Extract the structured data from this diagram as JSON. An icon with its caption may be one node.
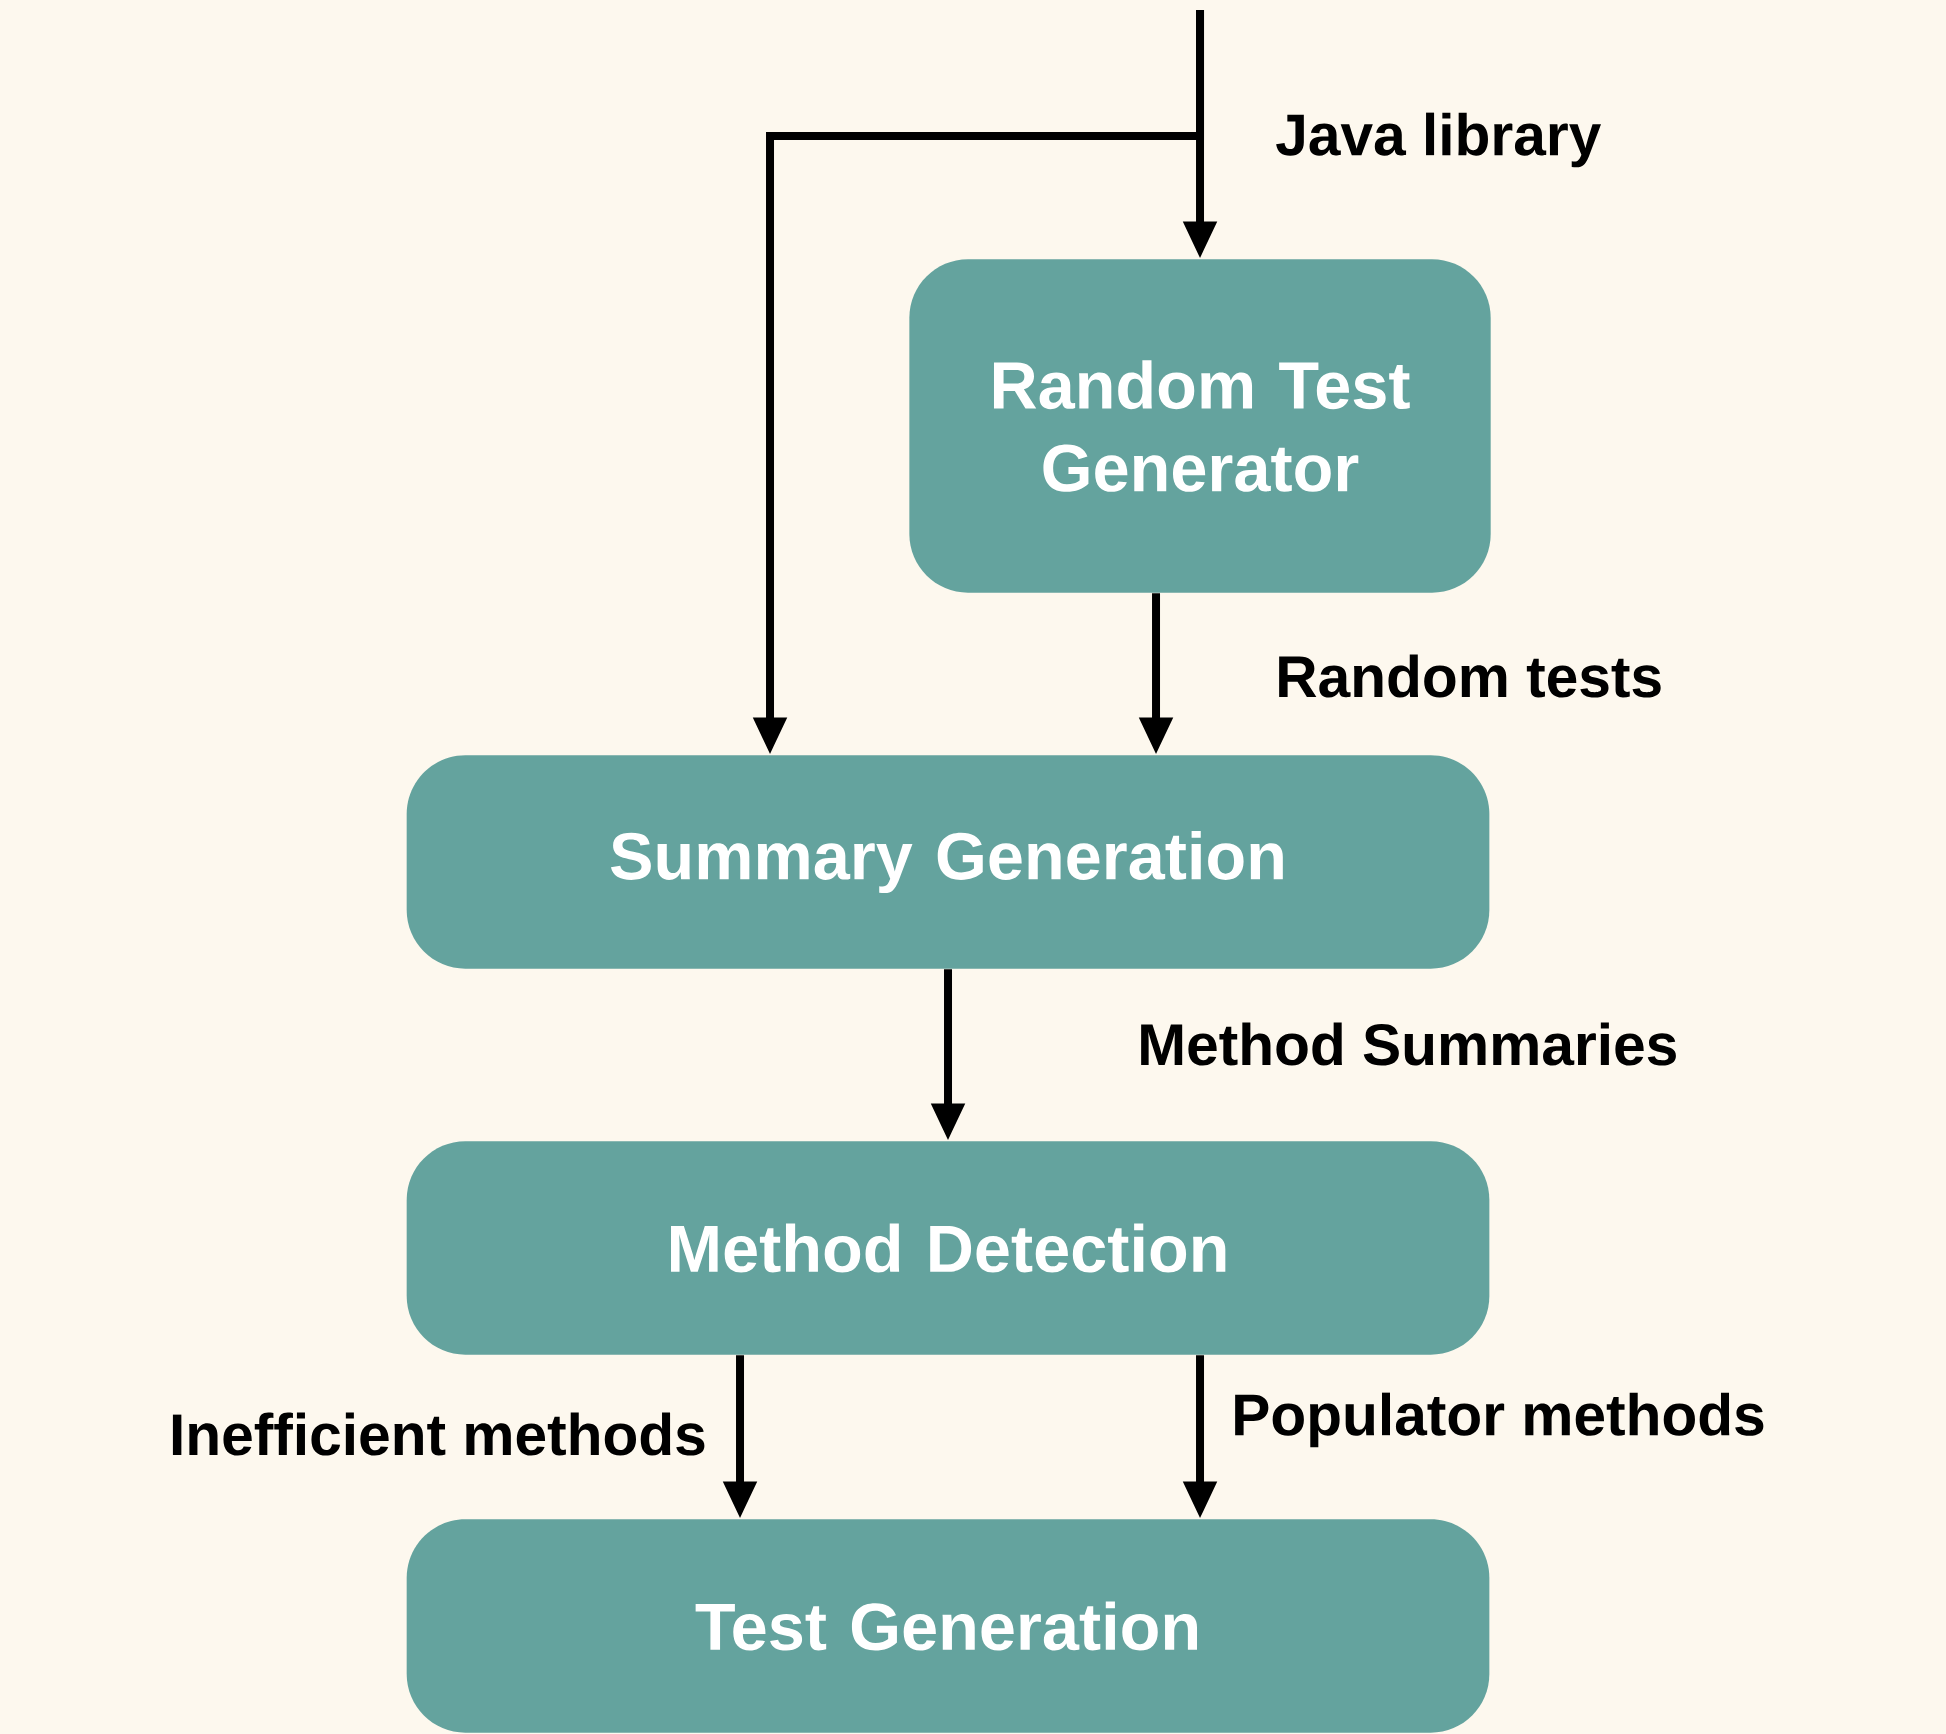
{
  "diagram": {
    "nodes": [
      {
        "text": [
          "Random Test Generator"
        ]
      },
      {
        "text": [
          "Summary Generation"
        ]
      },
      {
        "text": [
          "Method Detection"
        ]
      },
      {
        "text": [
          "Test Generation"
        ]
      }
    ],
    "edges": [
      {
        "from": null,
        "to": 0,
        "arrow": "to",
        "label": "Java library"
      },
      {
        "from": null,
        "to": 1,
        "arrow": "to"
      },
      {
        "from": 0,
        "to": 1,
        "arrow": "to",
        "label": "Random tests"
      },
      {
        "from": 1,
        "to": 2,
        "arrow": "to",
        "label": "Method Summaries"
      },
      {
        "from": 2,
        "to": 3,
        "arrow": "to",
        "label": "Inefficient methods"
      },
      {
        "from": 2,
        "to": 3,
        "arrow": "to",
        "label": "Populator methods"
      }
    ]
  }
}
